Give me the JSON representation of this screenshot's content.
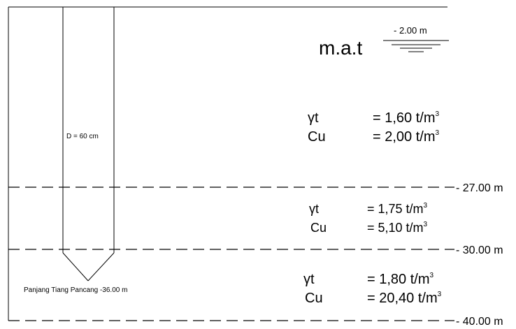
{
  "water_table": {
    "label": "m.a.t",
    "depth": "- 2.00 m"
  },
  "pile": {
    "diameter_label": "D = 60 cm",
    "length_label": "Panjang Tiang Pancang -36.00 m"
  },
  "layers": [
    {
      "gamma_symbol": "γt",
      "gamma_value": "= 1,60 t/m",
      "cu_symbol": "Cu",
      "cu_value": "= 2,00 t/m",
      "unit_exponent": "3",
      "bottom_label": "- 27.00 m"
    },
    {
      "gamma_symbol": "γt",
      "gamma_value": "= 1,75 t/m",
      "cu_symbol": "Cu",
      "cu_value": "= 5,10 t/m",
      "unit_exponent": "3",
      "bottom_label": "- 30.00 m"
    },
    {
      "gamma_symbol": "γt",
      "gamma_value": "= 1,80 t/m",
      "cu_symbol": "Cu",
      "cu_value": "= 20,40 t/m",
      "unit_exponent": "3",
      "bottom_label": "- 40.00 m"
    }
  ]
}
